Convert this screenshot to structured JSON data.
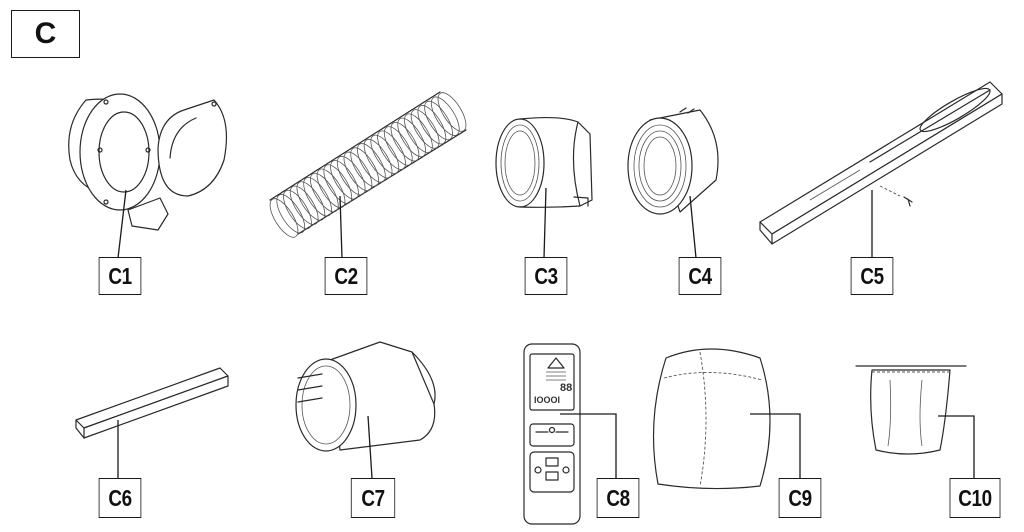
{
  "section": {
    "label": "C"
  },
  "parts": [
    {
      "id": "C1",
      "label": "C1"
    },
    {
      "id": "C2",
      "label": "C2"
    },
    {
      "id": "C3",
      "label": "C3"
    },
    {
      "id": "C4",
      "label": "C4"
    },
    {
      "id": "C5",
      "label": "C5"
    },
    {
      "id": "C6",
      "label": "C6"
    },
    {
      "id": "C7",
      "label": "C7"
    },
    {
      "id": "C8",
      "label": "C8"
    },
    {
      "id": "C9",
      "label": "C9"
    },
    {
      "id": "C10",
      "label": "C10"
    }
  ],
  "remote_display": {
    "temperature": "88",
    "text": "IOOOI"
  },
  "icons": [
    "window-adapter-icon",
    "flexible-hose-icon",
    "hose-coupler-icon",
    "hose-adapter-icon",
    "window-slider-kit-icon",
    "slider-extension-icon",
    "window-nozzle-icon",
    "remote-control-icon",
    "dust-cover-icon",
    "hose-bag-icon",
    "screw-icon"
  ]
}
